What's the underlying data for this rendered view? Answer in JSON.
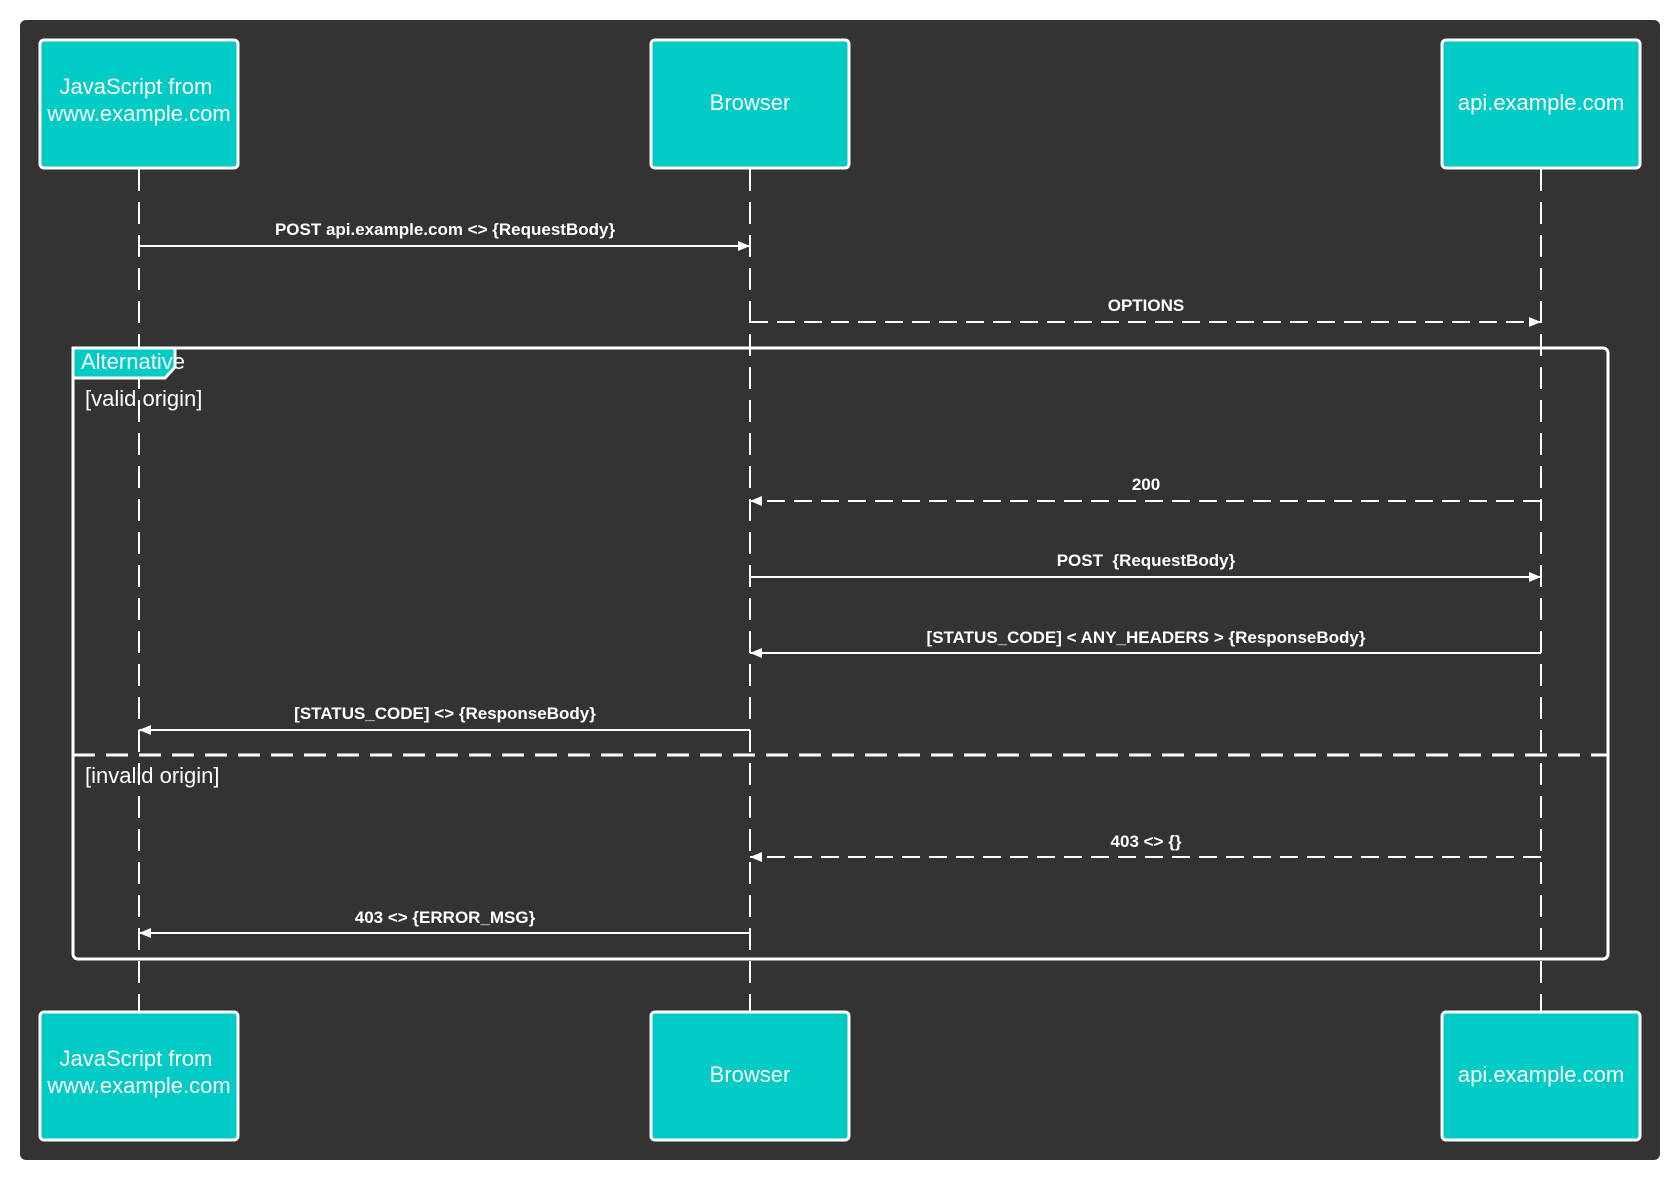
{
  "colors": {
    "background": "#333333",
    "actor_fill": "#00cbc5",
    "line": "#ffffff"
  },
  "diagram": {
    "type": "sequence-diagram",
    "participants": [
      {
        "id": "js",
        "label_lines": [
          "JavaScript from",
          "www.example.com"
        ]
      },
      {
        "id": "browser",
        "label_lines": [
          "Browser"
        ]
      },
      {
        "id": "api",
        "label_lines": [
          "api.example.com"
        ]
      }
    ],
    "messages": [
      {
        "from": "js",
        "to": "browser",
        "style": "solid",
        "label": "POST api.example.com <> {RequestBody}"
      },
      {
        "from": "browser",
        "to": "api",
        "style": "dashed",
        "label": "OPTIONS"
      },
      {
        "from": "api",
        "to": "browser",
        "style": "dashed",
        "label": "200"
      },
      {
        "from": "browser",
        "to": "api",
        "style": "solid",
        "label": "POST  {RequestBody}"
      },
      {
        "from": "api",
        "to": "browser",
        "style": "solid",
        "label": "[STATUS_CODE] < ANY_HEADERS > {ResponseBody}"
      },
      {
        "from": "browser",
        "to": "js",
        "style": "solid",
        "label": "[STATUS_CODE] <> {ResponseBody}"
      },
      {
        "from": "api",
        "to": "browser",
        "style": "dashed",
        "label": "403 <> {}"
      },
      {
        "from": "browser",
        "to": "js",
        "style": "solid",
        "label": "403 <> {ERROR_MSG}"
      }
    ],
    "frame": {
      "label": "Alternative",
      "sections": [
        {
          "condition": "[valid origin]"
        },
        {
          "condition": "[invalid origin]"
        }
      ]
    }
  }
}
